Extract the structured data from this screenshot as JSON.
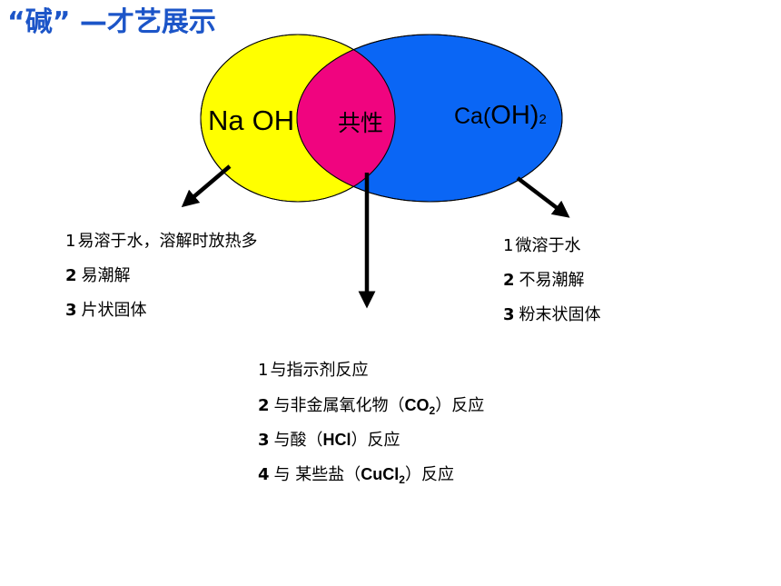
{
  "title": "“碱” —才艺展示",
  "venn": {
    "left_label_a": "Na",
    "left_label_b": "OH",
    "center_label": "共性",
    "right_label_a": "Ca(",
    "right_label_b": "OH",
    "right_label_c": ")",
    "right_label_sub": "2",
    "colors": {
      "left": "#ffff00",
      "right": "#0a66f5",
      "overlap": "#f0047f",
      "outline": "#000000"
    }
  },
  "naoh_props": [
    {
      "num": "1",
      "text": "易溶于水，溶解时放热多"
    },
    {
      "num": "2",
      "text": "易潮解"
    },
    {
      "num": "3",
      "text": "片状固体"
    }
  ],
  "caoh_props": [
    {
      "num": "1",
      "text": "微溶于水"
    },
    {
      "num": "2",
      "text": "不易潮解"
    },
    {
      "num": "3",
      "text": "粉末状固体"
    }
  ],
  "common_props": {
    "item1": {
      "num": "1",
      "text": "与指示剂反应"
    },
    "item2": {
      "num": "2",
      "pre": "与非金属氧化物（",
      "chem": "CO",
      "sub": "2",
      "post": "）反应"
    },
    "item3": {
      "num": "3",
      "pre": "与酸（",
      "chem": "HCl",
      "post": "）反应"
    },
    "item4": {
      "num": "4",
      "pre": "与 某些盐（",
      "chem": "CuCl",
      "sub": "2",
      "post": "）反应"
    }
  },
  "icons": [
    "arrow-down-left-icon",
    "arrow-down-icon",
    "arrow-down-right-icon"
  ]
}
